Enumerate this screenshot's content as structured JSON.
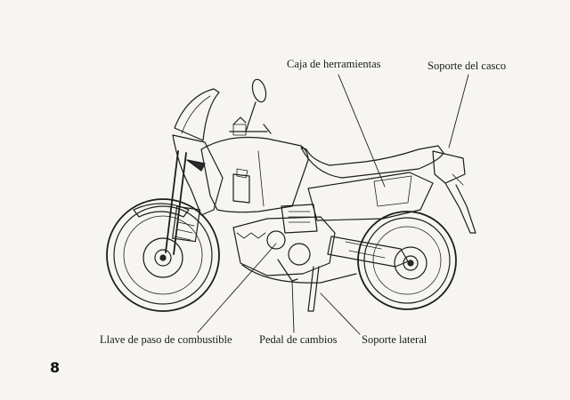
{
  "figure": {
    "labels": {
      "tool_box": "Caja de herramientas",
      "helmet_holder": "Soporte del casco",
      "fuel_valve": "Llave de paso de combustible",
      "gearshift_pedal": "Pedal de cambios",
      "side_stand": "Soporte lateral"
    }
  },
  "page_number": "8"
}
